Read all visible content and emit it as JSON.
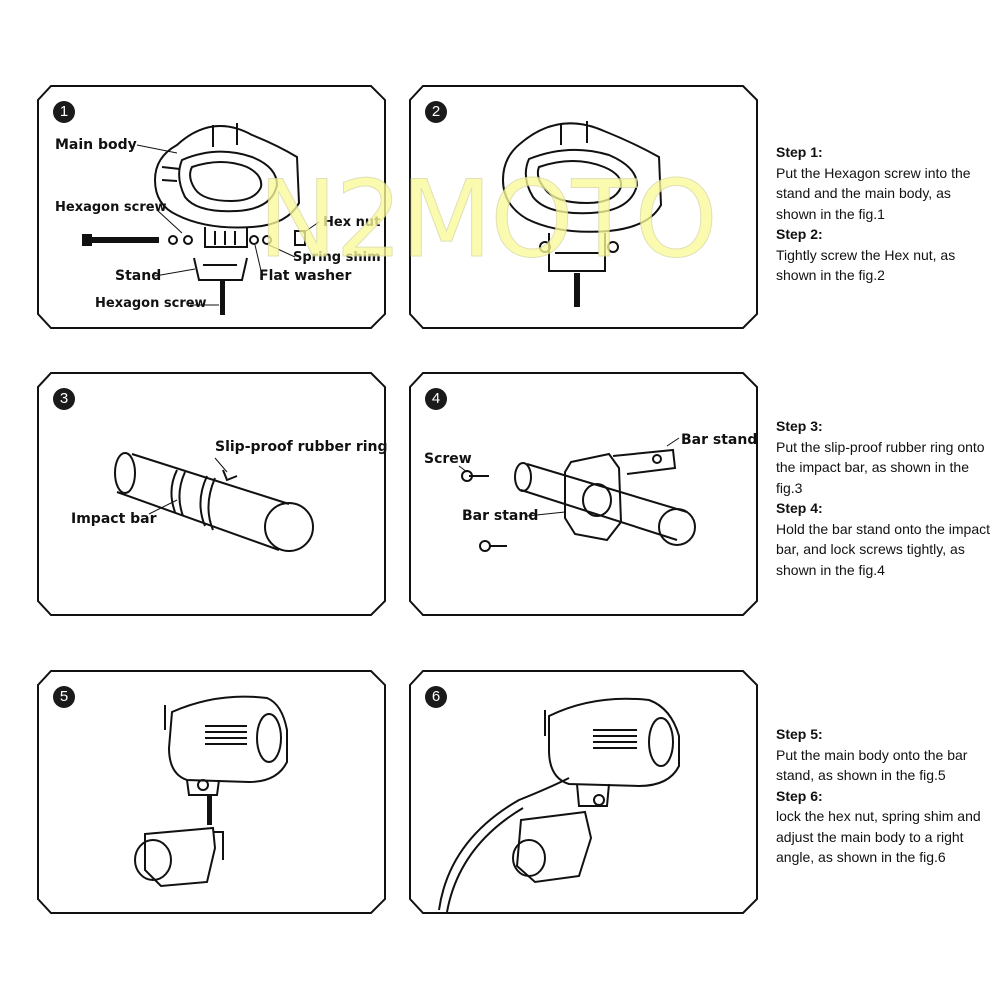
{
  "watermark": "N2MOTO",
  "panels": [
    {
      "num": "1",
      "labels": {
        "main_body": "Main body",
        "hexagon_screw": "Hexagon screw",
        "hex_nut": "Hex nut",
        "spring_shim": "Spring shim",
        "stand": "Stand",
        "flat_washer": "Flat washer",
        "hexagon_screw_2": "Hexagon screw"
      }
    },
    {
      "num": "2"
    },
    {
      "num": "3",
      "labels": {
        "ring": "Slip-proof rubber ring",
        "bar": "Impact bar"
      }
    },
    {
      "num": "4",
      "labels": {
        "screw": "Screw",
        "bar_stand_top": "Bar stand",
        "bar_stand": "Bar stand"
      }
    },
    {
      "num": "5"
    },
    {
      "num": "6"
    }
  ],
  "instructions": [
    {
      "title": "Step 1:",
      "text": "Put the Hexagon screw into the stand and the main body, as shown in the fig.1"
    },
    {
      "title": "Step 2:",
      "text": "Tightly screw the Hex nut, as shown in the fig.2"
    },
    {
      "title": "Step 3:",
      "text": "Put the slip-proof rubber ring onto the impact bar, as shown in the fig.3"
    },
    {
      "title": "Step 4:",
      "text": "Hold the bar stand onto the impact bar, and lock screws tightly, as shown in the fig.4"
    },
    {
      "title": "Step 5:",
      "text": "Put the main body onto the bar stand, as shown in the fig.5"
    },
    {
      "title": "Step 6:",
      "text": "lock the hex nut, spring shim and adjust the main body to a right angle, as shown in the fig.6"
    }
  ]
}
